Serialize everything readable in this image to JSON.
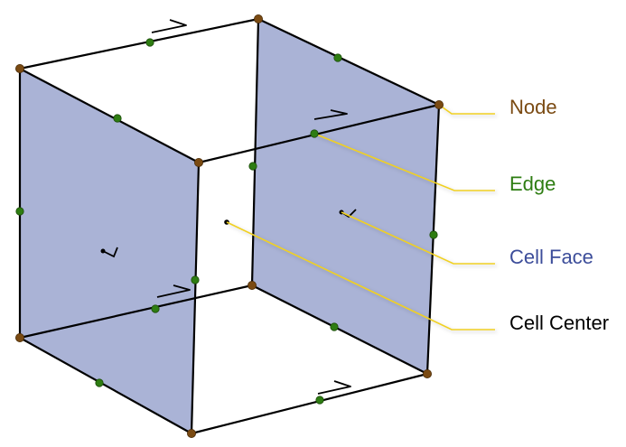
{
  "labels": {
    "node": "Node",
    "edge": "Edge",
    "cell_face": "Cell Face",
    "cell_center": "Cell Center"
  },
  "colors": {
    "node": "#7a4a12",
    "edge": "#2e7d12",
    "cell_face": "#3c4d9a",
    "cell_center": "#000000",
    "face_fill": "#aab3d6",
    "leader": "#f0d020",
    "line": "#000000"
  }
}
